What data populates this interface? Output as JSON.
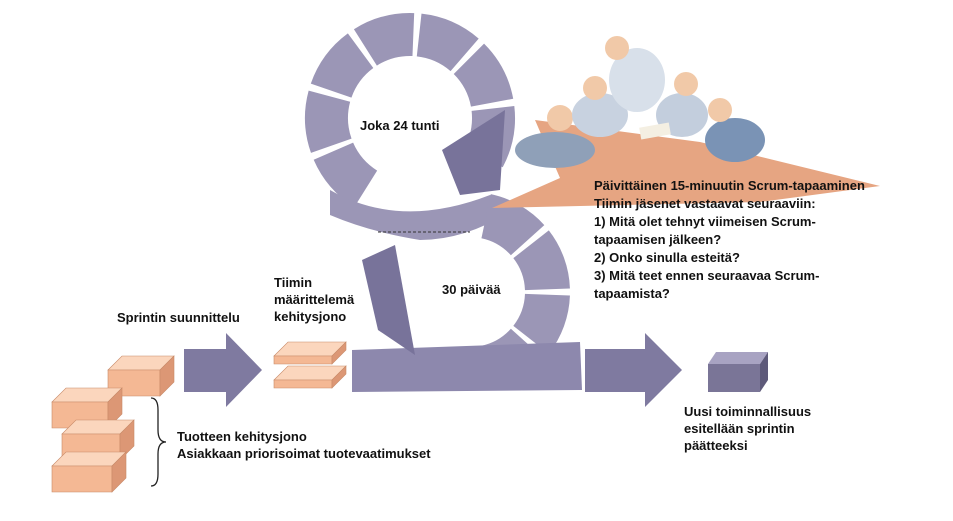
{
  "cycle_24h_label": "Joka 24 tunti",
  "cycle_30d_label": "30 päivää",
  "sprint_planning_label": "Sprintin suunnittelu",
  "sprint_backlog_label": [
    "Tiimin",
    "määrittelemä",
    "kehitysjono"
  ],
  "product_backlog_label": [
    "Tuotteen kehitysjono",
    "Asiakkaan priorisoimat tuotevaatimukset"
  ],
  "daily_scrum": {
    "lines": [
      "Päivittäinen 15-minuutin Scrum-tapaaminen",
      "Tiimin jäsenet vastaavat seuraaviin:",
      "1) Mitä olet tehnyt viimeisen Scrum-",
      "tapaamisen jälkeen?",
      "2) Onko sinulla esteitä?",
      "3) Mitä teet ennen seuraavaa Scrum-",
      "tapaamista?"
    ]
  },
  "increment_label": [
    "Uusi toiminnallisuus",
    "esitellään sprintin",
    "päätteeksi"
  ],
  "colors": {
    "cycle_fill": "#9b96b6",
    "cycle_dark": "#78739a",
    "arrow_fill": "#7f7aa0",
    "bubble_fill": "#e6a582",
    "box_top": "#fbd6bd",
    "box_front": "#f4b894",
    "box_side": "#dc9775",
    "increment_box": "#7a7597"
  }
}
